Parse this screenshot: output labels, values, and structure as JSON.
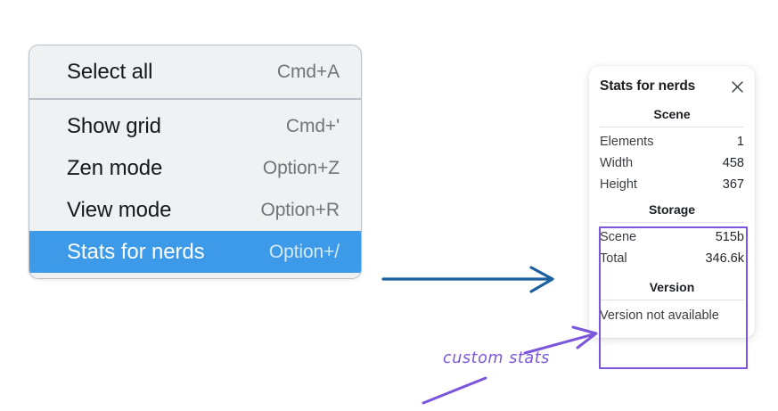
{
  "menu": {
    "name": "context-menu",
    "groups": [
      {
        "items": [
          {
            "label": "Select all",
            "shortcut": "Cmd+A",
            "selected": false
          }
        ]
      },
      {
        "items": [
          {
            "label": "Show grid",
            "shortcut": "Cmd+'",
            "selected": false
          },
          {
            "label": "Zen mode",
            "shortcut": "Option+Z",
            "selected": false
          },
          {
            "label": "View mode",
            "shortcut": "Option+R",
            "selected": false
          },
          {
            "label": "Stats for nerds",
            "shortcut": "Option+/",
            "selected": true
          }
        ]
      }
    ],
    "highlight_color": "#3d9ae8"
  },
  "stats_panel": {
    "title": "Stats for nerds",
    "close_icon": "close-icon",
    "sections": [
      {
        "heading": "Scene",
        "rows": [
          {
            "label": "Elements",
            "value": "1"
          },
          {
            "label": "Width",
            "value": "458"
          },
          {
            "label": "Height",
            "value": "367"
          }
        ]
      },
      {
        "heading": "Storage",
        "rows": [
          {
            "label": "Scene",
            "value": "515b"
          },
          {
            "label": "Total",
            "value": "346.6k"
          }
        ]
      },
      {
        "heading": "Version",
        "note": "Version not available"
      }
    ]
  },
  "annotations": {
    "custom_stats_label": "custom stats",
    "annotation_color": "#7b56dd",
    "flow_arrow_color": "#1b5f9e"
  }
}
